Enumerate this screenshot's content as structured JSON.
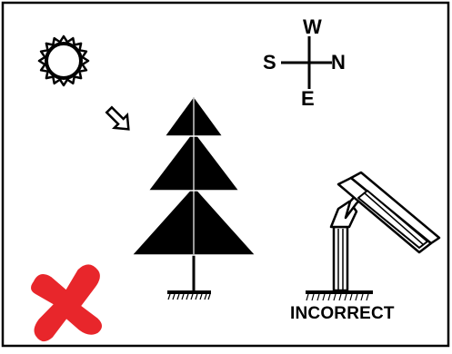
{
  "compass": {
    "west": "W",
    "south": "S",
    "north": "N",
    "east": "E"
  },
  "status": {
    "label": "INCORRECT",
    "color": "#e8262b"
  },
  "icons": {
    "sun": "sun-icon",
    "arrow": "sunlight-direction-arrow-icon",
    "tree": "tree-icon",
    "panel": "solar-panel-icon",
    "result": "red-x-icon"
  }
}
